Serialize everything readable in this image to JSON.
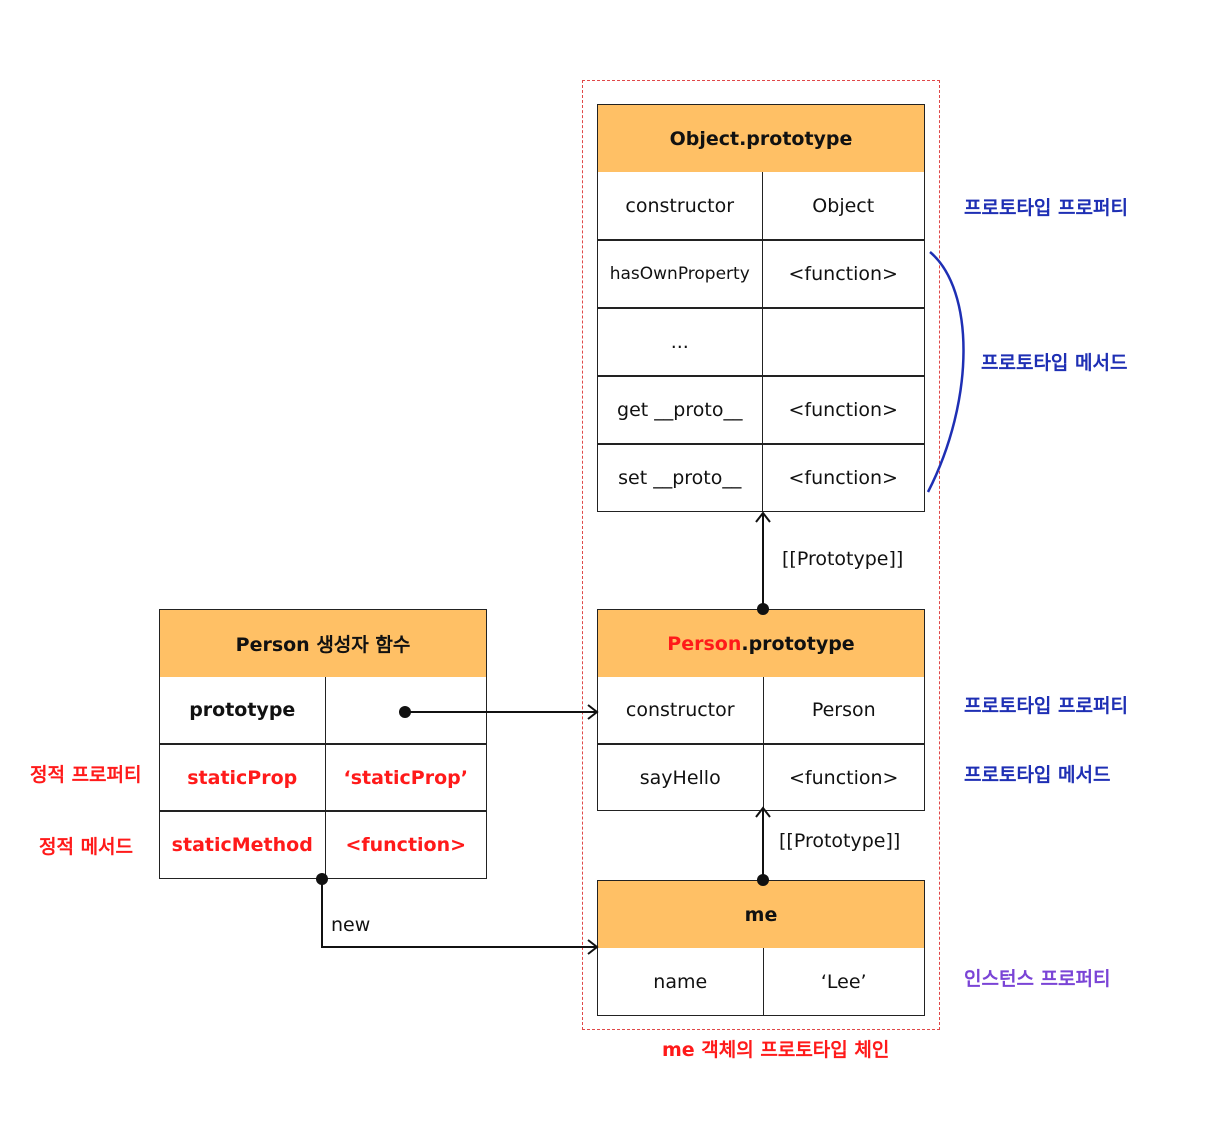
{
  "chain_caption": "me 객체의 프로토타입 체인",
  "object_prototype": {
    "title": "Object.prototype",
    "rows": [
      {
        "key": "constructor",
        "value": "Object"
      },
      {
        "key": "hasOwnProperty",
        "value": "<function>"
      },
      {
        "key": "...",
        "value": ""
      },
      {
        "key": "get __proto__",
        "value": "<function>"
      },
      {
        "key": "set __proto__",
        "value": "<function>"
      }
    ]
  },
  "person_prototype": {
    "title_red": "Person",
    "title_rest": ".prototype",
    "rows": [
      {
        "key": "constructor",
        "value": "Person"
      },
      {
        "key": "sayHello",
        "value": "<function>"
      }
    ]
  },
  "me": {
    "title": "me",
    "rows": [
      {
        "key": "name",
        "value": "‘Lee’"
      }
    ]
  },
  "person_constructor": {
    "title": "Person 생성자 함수",
    "rows": [
      {
        "key": "prototype",
        "value": ""
      },
      {
        "key": "staticProp",
        "value": "‘staticProp’"
      },
      {
        "key": "staticMethod",
        "value": "<function>"
      }
    ]
  },
  "links": {
    "upper_prototype": "[[Prototype]]",
    "lower_prototype": "[[Prototype]]",
    "new_label": "new"
  },
  "annotations": {
    "object_proto_property": "프로토타입 프로퍼티",
    "object_proto_methods": "프로토타입 메서드",
    "person_proto_property": "프로토타입 프로퍼티",
    "person_proto_method": "프로토타입 메서드",
    "instance_property": "인스턴스 프로퍼티",
    "static_property": "정적 프로퍼티",
    "static_method": "정적 메서드"
  },
  "colors": {
    "header_fill": "#ffc065",
    "static_red": "#ff1a1a",
    "annotation_blue": "#1e2fb4",
    "annotation_purple": "#7a44d6",
    "chain_border": "#e04848"
  }
}
